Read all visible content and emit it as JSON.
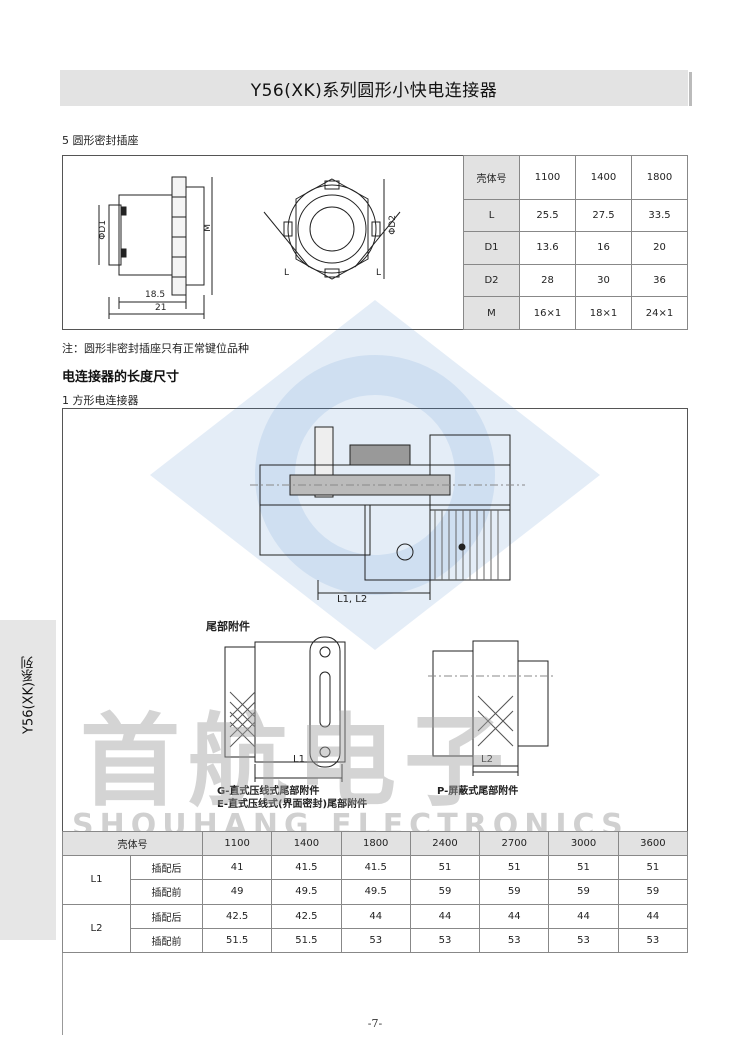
{
  "header": {
    "title": "Y56(XK)系列圆形小快电连接器"
  },
  "side_tab": {
    "label": "Y56(XK)系列"
  },
  "section5": {
    "label": "5 圆形密封插座",
    "dims": {
      "d1": "ΦD1",
      "m": "M",
      "d2": "ΦD2",
      "l_left": "L",
      "l_right": "L",
      "w1": "18.5",
      "w2": "21"
    },
    "table": {
      "header": [
        "壳体号",
        "1100",
        "1400",
        "1800"
      ],
      "rows": [
        [
          "L",
          "25.5",
          "27.5",
          "33.5"
        ],
        [
          "D1",
          "13.6",
          "16",
          "20"
        ],
        [
          "D2",
          "28",
          "30",
          "36"
        ],
        [
          "M",
          "16×1",
          "18×1",
          "24×1"
        ]
      ]
    }
  },
  "note": "注：圆形非密封插座只有正常键位品种",
  "length_heading": "电连接器的长度尺寸",
  "section1": {
    "label": "1 方形电连接器",
    "dim_l1l2": "L1, L2",
    "tail_title": "尾部附件",
    "dim_l1": "L1",
    "dim_l2": "L2",
    "caption_g": "G-直式压线式尾部附件",
    "caption_e": "E-直式压线式(界面密封)尾部附件",
    "caption_p": "P-屏蔽式尾部附件"
  },
  "length_table": {
    "header": [
      "壳体号",
      "1100",
      "1400",
      "1800",
      "2400",
      "2700",
      "3000",
      "3600"
    ],
    "groups": [
      {
        "name": "L1",
        "rows": [
          {
            "label": "插配后",
            "values": [
              "41",
              "41.5",
              "41.5",
              "51",
              "51",
              "51",
              "51"
            ]
          },
          {
            "label": "插配前",
            "values": [
              "49",
              "49.5",
              "49.5",
              "59",
              "59",
              "59",
              "59"
            ]
          }
        ]
      },
      {
        "name": "L2",
        "rows": [
          {
            "label": "插配后",
            "values": [
              "42.5",
              "42.5",
              "44",
              "44",
              "44",
              "44",
              "44"
            ]
          },
          {
            "label": "插配前",
            "values": [
              "51.5",
              "51.5",
              "53",
              "53",
              "53",
              "53",
              "53"
            ]
          }
        ]
      }
    ]
  },
  "watermark": {
    "cn": "首航电子",
    "en": "SHOUHANG ELECTRONICS"
  },
  "footer": {
    "page": "-7-"
  },
  "colors": {
    "logo": "#3d7fc8",
    "title_bg": "#e3e3e3"
  }
}
